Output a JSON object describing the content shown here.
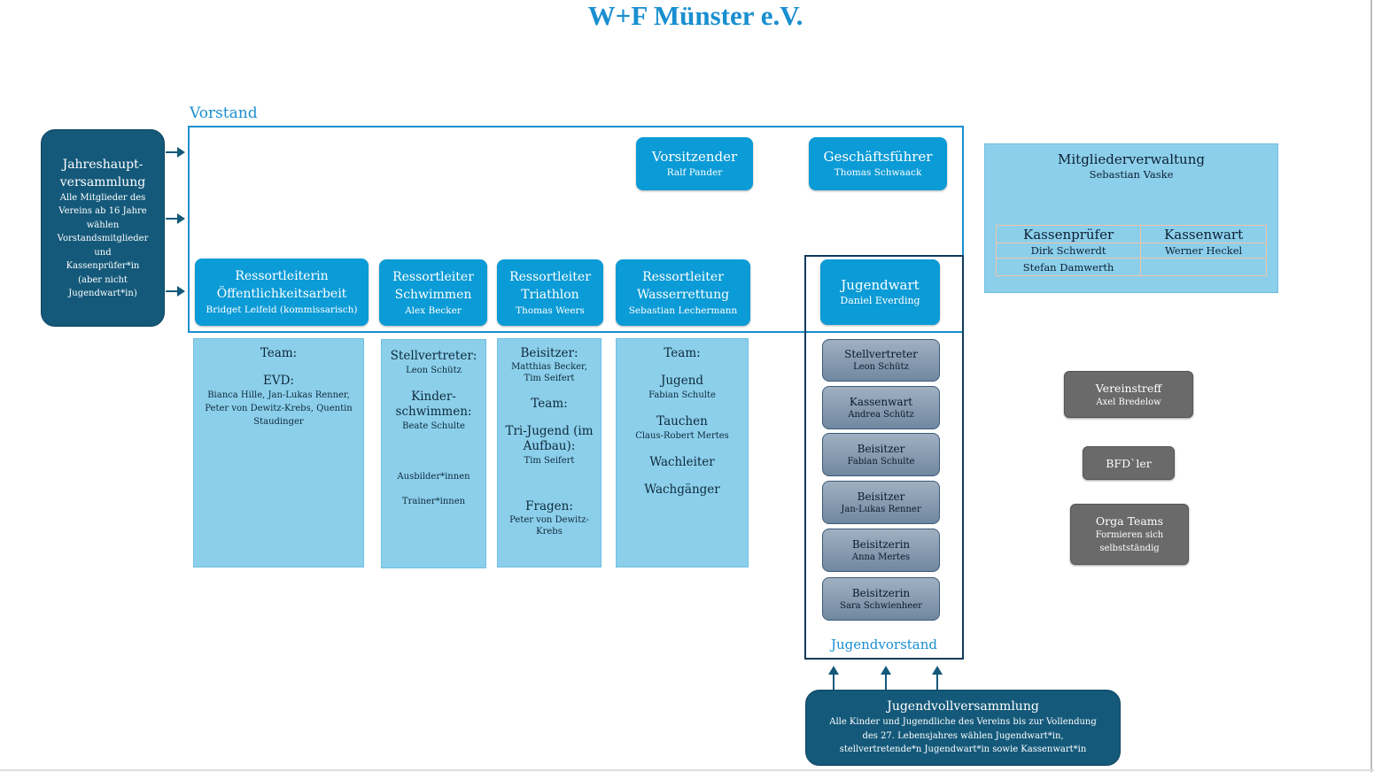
{
  "title": "W+F Münster e.V.",
  "vorstand_label": "Vorstand",
  "jhv": {
    "title1": "Jahreshaupt-",
    "title2": "versammlung",
    "desc": [
      "Alle Mitglieder des",
      "Vereins ab 16 Jahre",
      "wählen",
      "Vorstandsmitglieder",
      "und",
      "Kassenprüfer*in",
      "(aber nicht",
      "Jugendwart*in)"
    ]
  },
  "vorsitzender": {
    "role": "Vorsitzender",
    "name": "Ralf Pander"
  },
  "gf": {
    "role": "Geschäftsführer",
    "name": "Thomas Schwaack"
  },
  "ressorts": [
    {
      "role1": "Ressortleiterin",
      "role2": "Öffentlichkeitsarbeit",
      "name": "Bridget Leifeld (kommissarisch)"
    },
    {
      "role1": "Ressortleiter",
      "role2": "Schwimmen",
      "name": "Alex Becker"
    },
    {
      "role1": "Ressortleiter",
      "role2": "Triathlon",
      "name": "Thomas Weers"
    },
    {
      "role1": "Ressortleiter",
      "role2": "Wasserrettung",
      "name": "Sebastian Lechermann"
    }
  ],
  "teams": {
    "oeff": {
      "t1": "Team:",
      "t2": "EVD:",
      "names": "Bianca Hille, Jan-Lukas Renner, Peter von Dewitz-Krebs, Quentin Staudinger"
    },
    "schwimmen": {
      "t1": "Stellvertreter:",
      "n1": "Leon Schütz",
      "t2": "Kinder-schwimmen:",
      "n2": "Beate Schulte",
      "a": "Ausbilder*innen",
      "b": "Trainer*innen"
    },
    "triathlon": {
      "t1": "Beisitzer:",
      "n1": "Matthias Becker, Tim Seifert",
      "t2": "Team:",
      "t3": "Tri-Jugend (im Aufbau):",
      "n3": "Tim Seifert",
      "t4": "Fragen:",
      "n4": "Peter von Dewitz-Krebs"
    },
    "wasser": {
      "t1": "Team:",
      "t2": "Jugend",
      "n2": "Fabian Schulte",
      "t3": "Tauchen",
      "n3": "Claus-Robert Mertes",
      "t4": "Wachleiter",
      "t5": "Wachgänger"
    }
  },
  "jugendwart": {
    "role": "Jugendwart",
    "name": "Daniel Everding"
  },
  "jugend": [
    {
      "role": "Stellvertreter",
      "name": "Leon Schütz"
    },
    {
      "role": "Kassenwart",
      "name": "Andrea Schütz"
    },
    {
      "role": "Beisitzer",
      "name": "Fabian Schulte"
    },
    {
      "role": "Beisitzer",
      "name": "Jan-Lukas Renner"
    },
    {
      "role": "Beisitzerin",
      "name": "Anna Mertes"
    },
    {
      "role": "Beisitzerin",
      "name": "Sara Schwienheer"
    }
  ],
  "jugendvorstand_label": "Jugendvorstand",
  "jvv": {
    "title": "Jugendvollversammlung",
    "desc": "Alle Kinder und Jugendliche des Vereins bis zur Vollendung des 27. Lebensjahres wählen Jugendwart*in, stellvertretende*n Jugendwart*in sowie Kassenwart*in"
  },
  "mitglieder": {
    "title": "Mitgliederverwaltung",
    "name": "Sebastian Vaske",
    "col1": "Kassenprüfer",
    "col2": "Kassenwart",
    "r1c1": "Dirk Schwerdt",
    "r1c2": "Werner Heckel",
    "r2c1": "Stefan Damwerth"
  },
  "vereinstreff": {
    "role": "Vereinstreff",
    "name": "Axel Bredelow"
  },
  "bfd": {
    "role": "BFD`ler"
  },
  "orga": {
    "role": "Orga Teams",
    "desc1": "Formieren sich",
    "desc2": "selbstständig"
  }
}
